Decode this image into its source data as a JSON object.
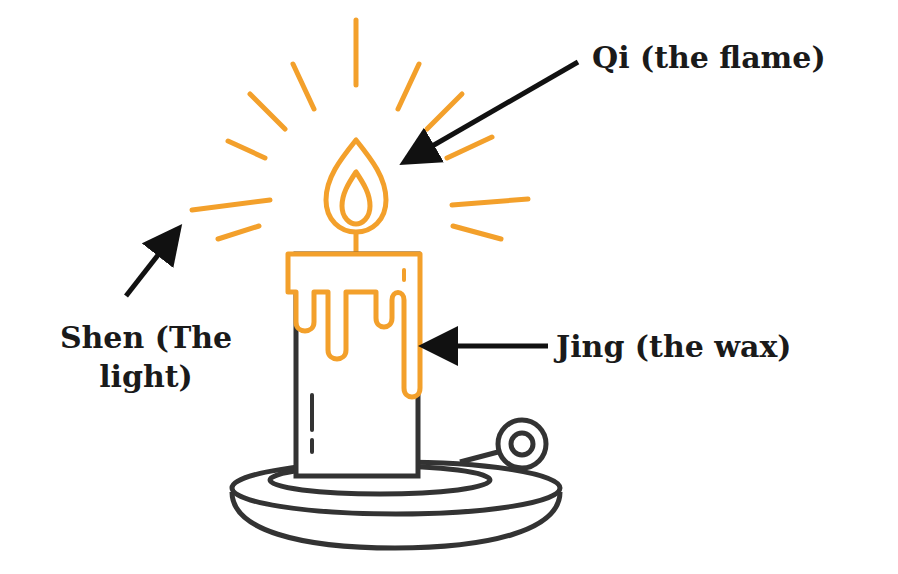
{
  "diagram": {
    "labels": [
      "Qi (the flame)",
      "Shen (The light)",
      "Jing (the wax)"
    ]
  }
}
